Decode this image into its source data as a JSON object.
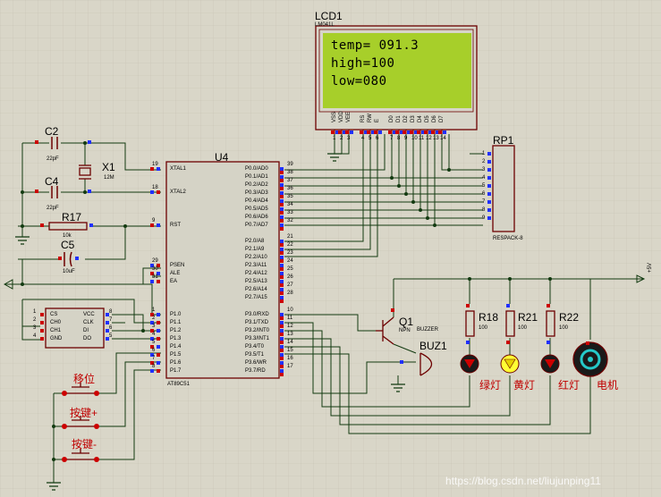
{
  "lcd": {
    "ref": "LCD1",
    "part": "LM041L",
    "lines": [
      "temp= 091.3",
      "high=100",
      "low=080"
    ],
    "pins": [
      "VSS",
      "VDD",
      "VEE",
      "RS",
      "RW",
      "E",
      "D0",
      "D1",
      "D2",
      "D3",
      "D4",
      "D5",
      "D6",
      "D7"
    ],
    "pin_numbers": [
      "1",
      "2",
      "3",
      "4",
      "5",
      "6",
      "7",
      "8",
      "9",
      "10",
      "11",
      "12",
      "13",
      "14"
    ]
  },
  "mcu": {
    "ref": "U4",
    "part": "AT89C51",
    "left_pins": [
      {
        "name": "XTAL1",
        "num": "19"
      },
      {
        "name": "XTAL2",
        "num": "18"
      },
      {
        "name": "RST",
        "num": "9"
      },
      {
        "name": "PSEN",
        "num": "29"
      },
      {
        "name": "ALE",
        "num": "30"
      },
      {
        "name": "EA",
        "num": "31"
      },
      {
        "name": "P1.0",
        "num": "1"
      },
      {
        "name": "P1.1",
        "num": "2"
      },
      {
        "name": "P1.2",
        "num": "3"
      },
      {
        "name": "P1.3",
        "num": "4"
      },
      {
        "name": "P1.4",
        "num": "5"
      },
      {
        "name": "P1.5",
        "num": "6"
      },
      {
        "name": "P1.6",
        "num": "7"
      },
      {
        "name": "P1.7",
        "num": "8"
      }
    ],
    "right_pins": [
      {
        "name": "P0.0/AD0",
        "num": "39"
      },
      {
        "name": "P0.1/AD1",
        "num": "38"
      },
      {
        "name": "P0.2/AD2",
        "num": "37"
      },
      {
        "name": "P0.3/AD3",
        "num": "36"
      },
      {
        "name": "P0.4/AD4",
        "num": "35"
      },
      {
        "name": "P0.5/AD5",
        "num": "34"
      },
      {
        "name": "P0.6/AD6",
        "num": "33"
      },
      {
        "name": "P0.7/AD7",
        "num": "32"
      },
      {
        "name": "P2.0/A8",
        "num": "21"
      },
      {
        "name": "P2.1/A9",
        "num": "22"
      },
      {
        "name": "P2.2/A10",
        "num": "23"
      },
      {
        "name": "P2.3/A11",
        "num": "24"
      },
      {
        "name": "P2.4/A12",
        "num": "25"
      },
      {
        "name": "P2.5/A13",
        "num": "26"
      },
      {
        "name": "P2.6/A14",
        "num": "27"
      },
      {
        "name": "P2.7/A15",
        "num": "28"
      },
      {
        "name": "P3.0/RXD",
        "num": "10"
      },
      {
        "name": "P3.1/TXD",
        "num": "11"
      },
      {
        "name": "P3.2/INT0",
        "num": "12"
      },
      {
        "name": "P3.3/INT1",
        "num": "13"
      },
      {
        "name": "P3.4/T0",
        "num": "14"
      },
      {
        "name": "P3.5/T1",
        "num": "15"
      },
      {
        "name": "P3.6/WR",
        "num": "16"
      },
      {
        "name": "P3.7/RD",
        "num": "17"
      }
    ]
  },
  "rp1": {
    "ref": "RP1",
    "part": "RESPACK-8",
    "pins": [
      "1",
      "2",
      "3",
      "4",
      "5",
      "6",
      "7",
      "8",
      "9"
    ]
  },
  "c2": {
    "ref": "C2",
    "value": "22pF"
  },
  "c4": {
    "ref": "C4",
    "value": "22pF"
  },
  "x1": {
    "ref": "X1",
    "value": "12M"
  },
  "r17": {
    "ref": "R17",
    "value": "10k"
  },
  "c5": {
    "ref": "C5",
    "value": "10uF"
  },
  "ds1302": {
    "left": [
      {
        "name": "CS",
        "num": "1"
      },
      {
        "name": "CH0",
        "num": "2"
      },
      {
        "name": "CH1",
        "num": "3"
      },
      {
        "name": "GND",
        "num": "4"
      }
    ],
    "right": [
      {
        "name": "VCC",
        "num": "8"
      },
      {
        "name": "CLK",
        "num": "7"
      },
      {
        "name": "DI",
        "num": "6"
      },
      {
        "name": "DO",
        "num": "5"
      }
    ]
  },
  "q1": {
    "ref": "Q1",
    "type": "NPN"
  },
  "buzzer": {
    "ref": "BUZ1",
    "part": "BUZZER"
  },
  "resistors": [
    {
      "ref": "R18",
      "value": "100"
    },
    {
      "ref": "R21",
      "value": "100"
    },
    {
      "ref": "R22",
      "value": "100"
    }
  ],
  "leds": [
    "绿灯",
    "黄灯",
    "红灯"
  ],
  "motor": "电机",
  "buttons": [
    "移位",
    "按键+",
    "按键-"
  ],
  "power": "+5V",
  "watermark": "https://blog.csdn.net/liujunping11",
  "colors": {
    "background": "#d9d6c8",
    "wire": "#123a10",
    "component": "#8b0000",
    "lcd_screen": "#a7cf2a",
    "led_green_off": "#cc0000",
    "led_yellow_on": "#ffff33",
    "pin_red": "#cc0000",
    "pin_blue": "#2030ff"
  }
}
